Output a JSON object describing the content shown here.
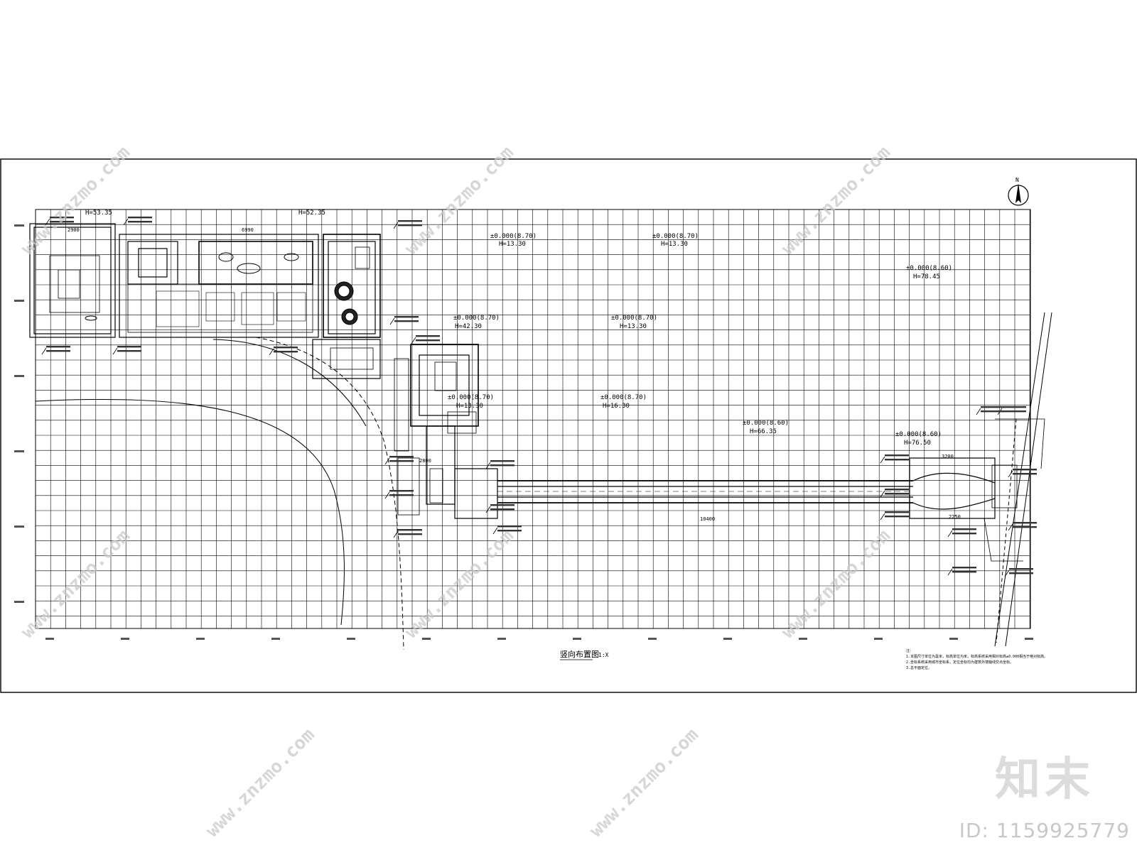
{
  "drawing": {
    "title": "竖向布置图",
    "scale": "1:X",
    "north": "N"
  },
  "elevation_labels": [
    "±0.000(8.70)",
    "±0.000(8.70)",
    "±0.000(8.60)",
    "±0.000(8.70)",
    "±0.000(8.70)",
    "±0.000(8.70)",
    "±0.000(8.70)",
    "±0.000(8.60)",
    "±0.000(8.60)"
  ],
  "height_labels": [
    "H=13.30",
    "H=13.30",
    "H=78.45",
    "H=42.30",
    "H=13.30",
    "H=13.30",
    "H=66.35",
    "H=16.30",
    "H=76.50",
    "H=53.35",
    "H=52.35"
  ],
  "dimension_labels": [
    "10400",
    "2900",
    "6990",
    "2800",
    "3200",
    "2250"
  ],
  "notes": {
    "lines": [
      "注：",
      "1.本图尺寸单位为毫米，标高单位为米，标高系统采用相对标高±0.000相当于绝对标高。",
      "2.坐标系统采用城市坐标系，定位坐标均为建筑外墙轴线交点坐标。",
      "3.总平面定位。"
    ]
  },
  "watermark": {
    "site": "www.znzmo.com",
    "logo": "知末",
    "id": "ID: 1159925779"
  }
}
